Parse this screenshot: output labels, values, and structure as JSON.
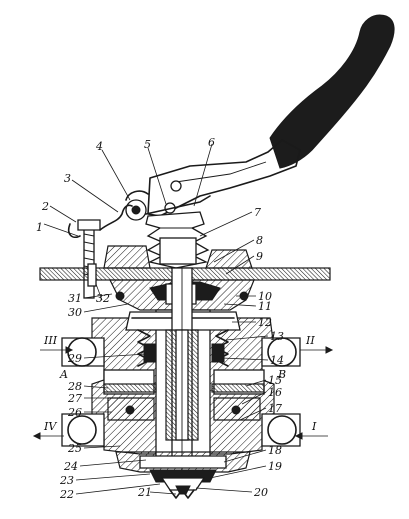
{
  "diagram": {
    "part_labels": {
      "p1": "1",
      "p2": "2",
      "p3": "3",
      "p4": "4",
      "p5": "5",
      "p6": "6",
      "p7": "7",
      "p8": "8",
      "p9": "9",
      "p10": "10",
      "p11": "11",
      "p12": "12",
      "p13": "13",
      "p14": "14",
      "p15": "15",
      "p16": "16",
      "p17": "17",
      "p18": "18",
      "p19": "19",
      "p20": "20",
      "p21": "21",
      "p22": "22",
      "p23": "23",
      "p24": "24",
      "p25": "25",
      "p26": "26",
      "p27": "27",
      "p28": "28",
      "p29": "29",
      "p30": "30",
      "p31": "31",
      "p32": "32"
    },
    "port_labels": {
      "port_III": "III",
      "port_II": "II",
      "port_I": "I",
      "port_IV": "IV",
      "cavity_A": "A",
      "cavity_B": "B"
    }
  }
}
